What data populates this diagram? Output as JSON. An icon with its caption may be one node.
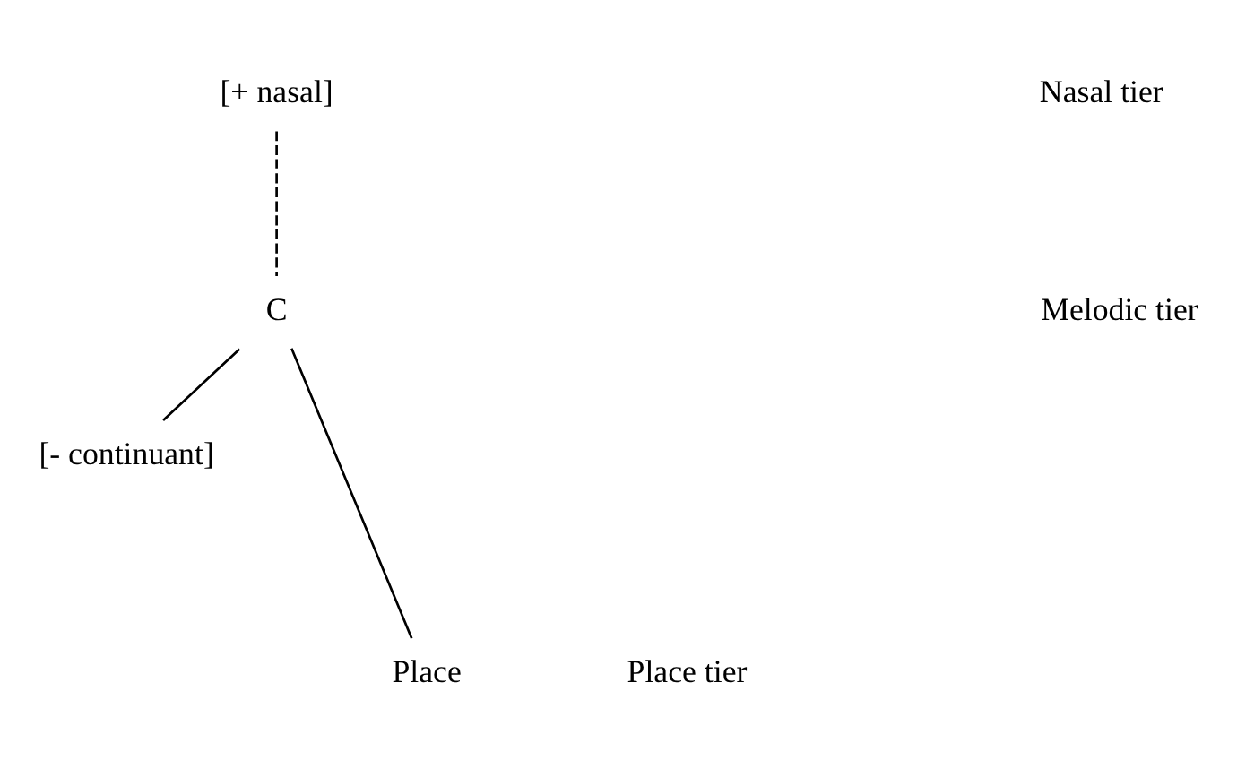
{
  "diagram": {
    "nodes": [
      {
        "text": [
          "[+ nasal]"
        ]
      },
      {
        "text": [
          "C"
        ]
      },
      {
        "text": [
          "[- continuant]"
        ]
      },
      {
        "text": [
          "Place"
        ]
      }
    ],
    "edges": [
      {
        "from": 0,
        "to": 1,
        "arrow": "none",
        "style": "dashed"
      },
      {
        "from": 1,
        "to": 2,
        "arrow": "none"
      },
      {
        "from": 1,
        "to": 3,
        "arrow": "none"
      }
    ],
    "labels": [
      "Nasal tier",
      "Melodic tier",
      "Place tier"
    ]
  }
}
